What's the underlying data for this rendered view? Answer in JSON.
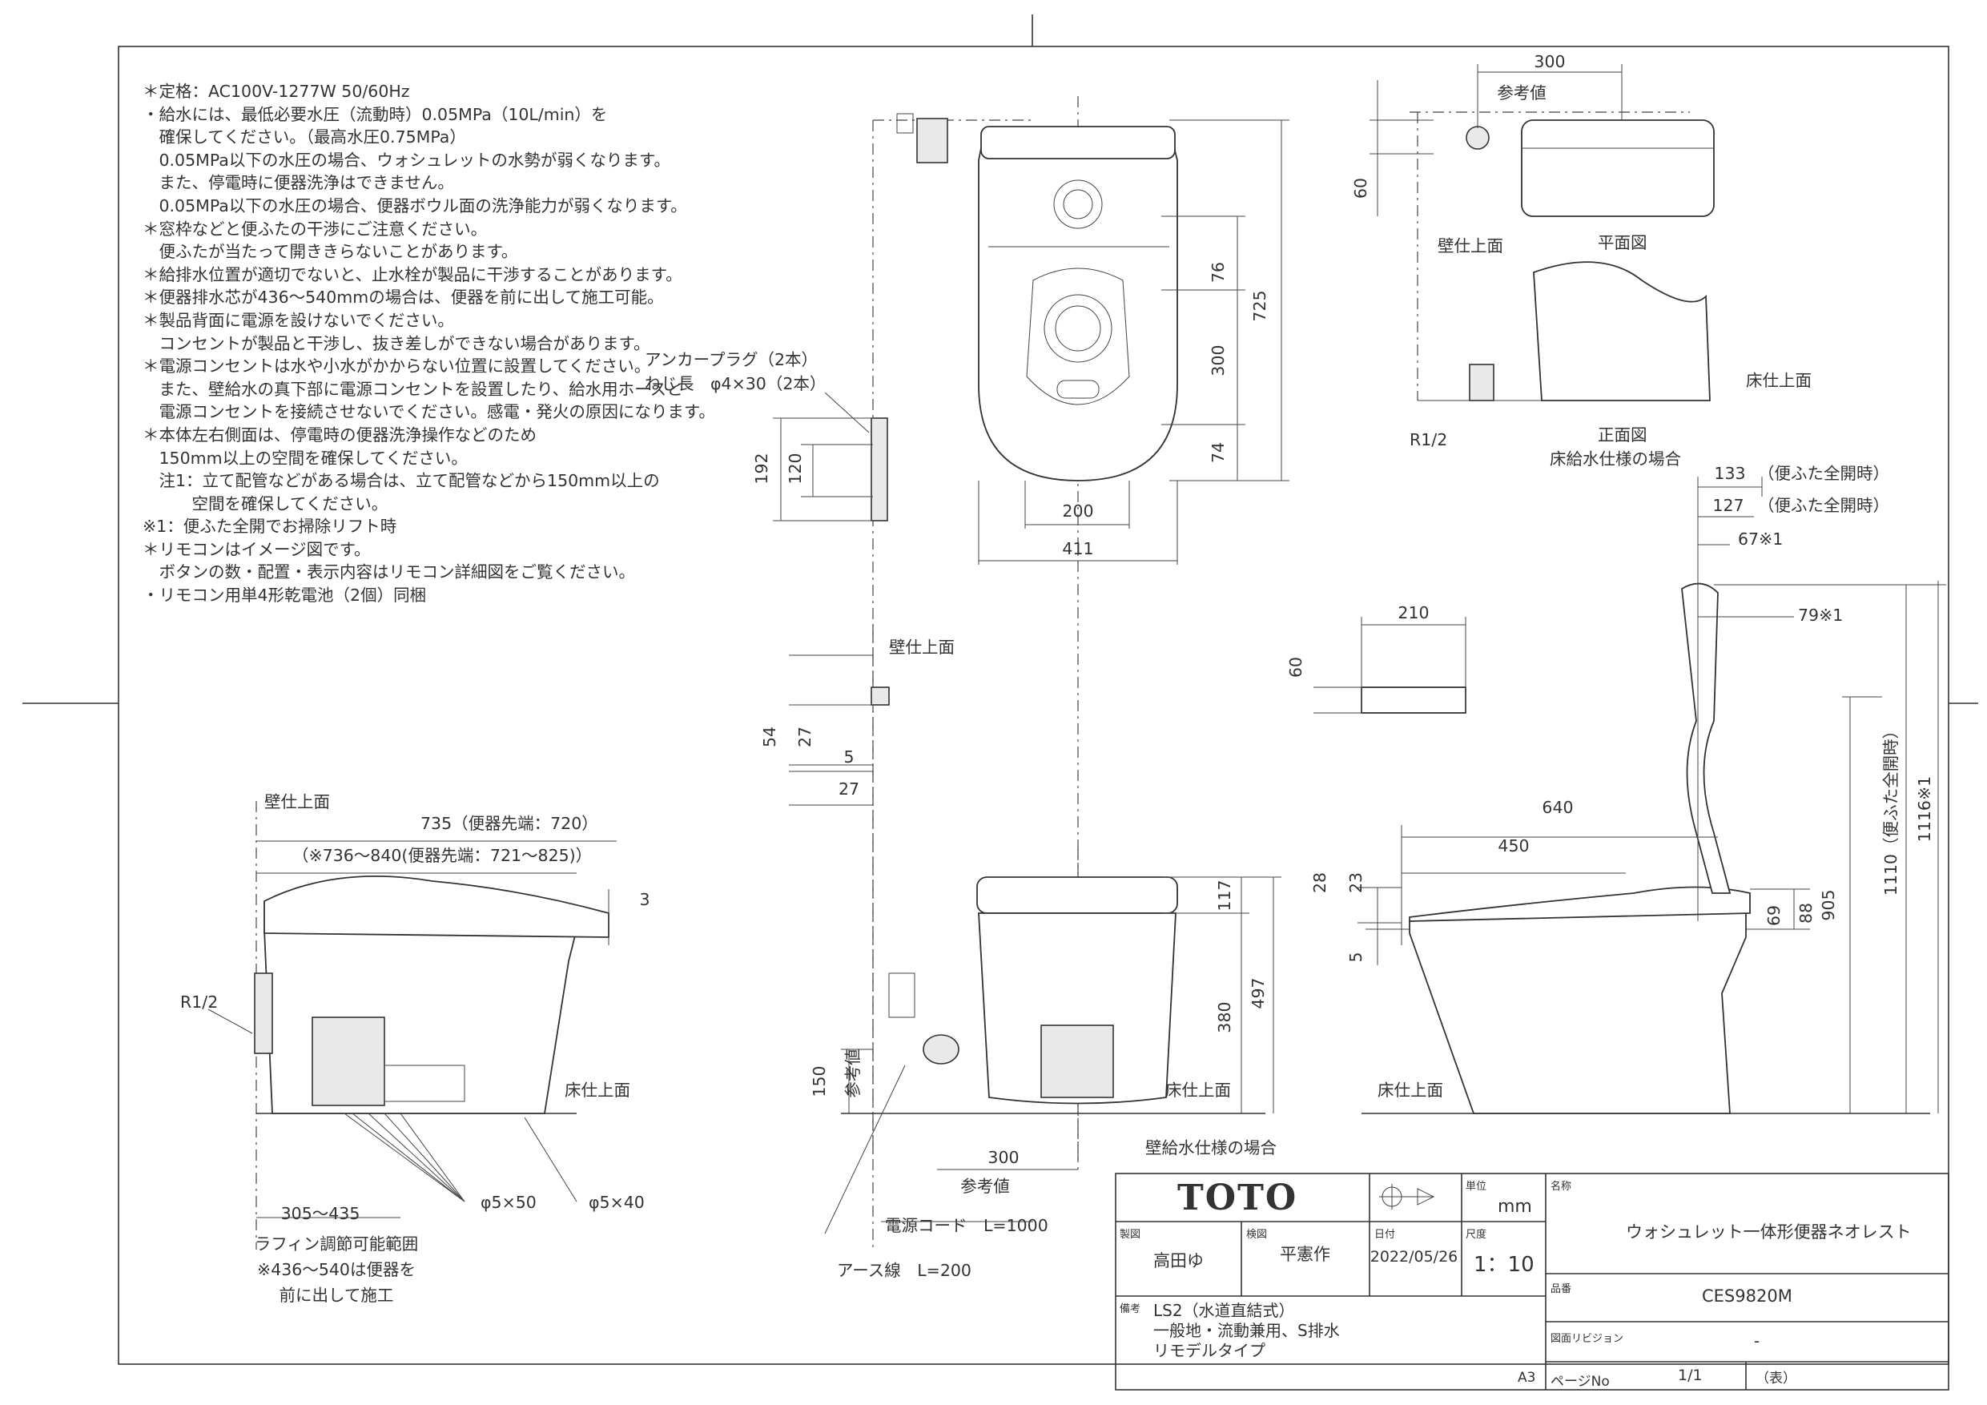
{
  "notes": [
    "＊定格：AC100V-1277W 50/60Hz",
    "・給水には、最低必要水圧（流動時）0.05MPa（10L/min）を",
    "　確保してください。（最高水圧0.75MPa）",
    "　0.05MPa以下の水圧の場合、ウォシュレットの水勢が弱くなります。",
    "　また、停電時に便器洗浄はできません。",
    "　0.05MPa以下の水圧の場合、便器ボウル面の洗浄能力が弱くなります。",
    "＊窓枠などと便ふたの干渉にご注意ください。",
    "　便ふたが当たって開ききらないことがあります。",
    "＊給排水位置が適切でないと、止水栓が製品に干渉することがあります。",
    "＊便器排水芯が436～540mmの場合は、便器を前に出して施工可能。",
    "＊製品背面に電源を設けないでください。",
    "　コンセントが製品と干渉し、抜き差しができない場合があります。",
    "＊電源コンセントは水や小水がかからない位置に設置してください。",
    "　また、壁給水の真下部に電源コンセントを設置したり、給水用ホースと",
    "　電源コンセントを接続させないでください。感電・発火の原因になります。",
    "＊本体左右側面は、停電時の便器洗浄操作などのため",
    "　150mm以上の空間を確保してください。",
    "　注1：立て配管などがある場合は、立て配管などから150mm以上の",
    "　　　空間を確保してください。",
    "※1：便ふた全開でお掃除リフト時",
    "＊リモコンはイメージ図です。",
    "　ボタンの数・配置・表示内容はリモコン詳細図をご覧ください。",
    "・リモコン用単4形乾電池（2個）同梱"
  ],
  "labels": {
    "anchor_plug": "アンカープラグ（2本）",
    "screw_length": "ねじ長　φ4×30（2本）",
    "wall_finish": "壁仕上面",
    "floor_finish": "床仕上面",
    "ref_value": "参考値",
    "plan_view": "平面図",
    "front_view": "正面図",
    "floor_supply": "床給水仕様の場合",
    "wall_supply": "壁給水仕様の場合",
    "r_half": "R1/2",
    "power_cord": "電源コード　L=1000",
    "earth_wire": "アース線　L=200",
    "phi5x50": "φ5×50",
    "phi5x40": "φ5×40",
    "raffine_range": "ラフィン調節可能範囲",
    "note_436": "※436～540は便器を",
    "note_front": "前に出して施工",
    "lid_open_133": "（便ふた全開時）",
    "lid_open_127": "（便ふた全開時）",
    "dim_735": "735（便器先端：720）",
    "dim_736": "（※736～840(便器先端：721～825)）",
    "dim_1110": "1110（便ふた全開時）",
    "dim_1116": "1116※1",
    "dim_67": "67※1",
    "dim_79": "79※1",
    "dim_305": "305～435"
  },
  "dims": {
    "d411": "411",
    "d200": "200",
    "d725": "725",
    "d76": "76",
    "d300a": "300",
    "d74": "74",
    "d192": "192",
    "d120": "120",
    "d300b": "300",
    "d60a": "60",
    "d210": "210",
    "d60b": "60",
    "d54": "54",
    "d27a": "27",
    "d5a": "5",
    "d27b": "27",
    "d3": "3",
    "d117": "117",
    "d497": "497",
    "d380": "380",
    "d150": "150",
    "d300c": "300",
    "d640": "640",
    "d450": "450",
    "d28": "28",
    "d23": "23",
    "d5b": "5",
    "d69": "69",
    "d88": "88",
    "d905": "905",
    "d133": "133",
    "d127": "127"
  },
  "title_block": {
    "logo": "TOTO",
    "unit_label": "単位",
    "unit_value": "mm",
    "name_label": "名称",
    "name_value": "ウォシュレット一体形便器ネオレスト",
    "drawn_label": "製図",
    "drawn_value": "高田ゆ",
    "checked_label": "検図",
    "checked_value": "平憲作",
    "date_label": "日付",
    "date_value": "2022/05/26",
    "scale_label": "尺度",
    "scale_value": "1：10",
    "product_label": "品番",
    "product_value": "CES9820M",
    "remarks_label": "備考",
    "remarks": [
      "LS2（水道直結式）",
      "一般地・流動兼用、S排水",
      "リモデルタイプ"
    ],
    "revision_label": "図面リビジョン",
    "revision_value": "-",
    "page_label": "ページNo",
    "page_value": "1/1",
    "page_suffix": "（表）",
    "sheet_size": "A3"
  }
}
